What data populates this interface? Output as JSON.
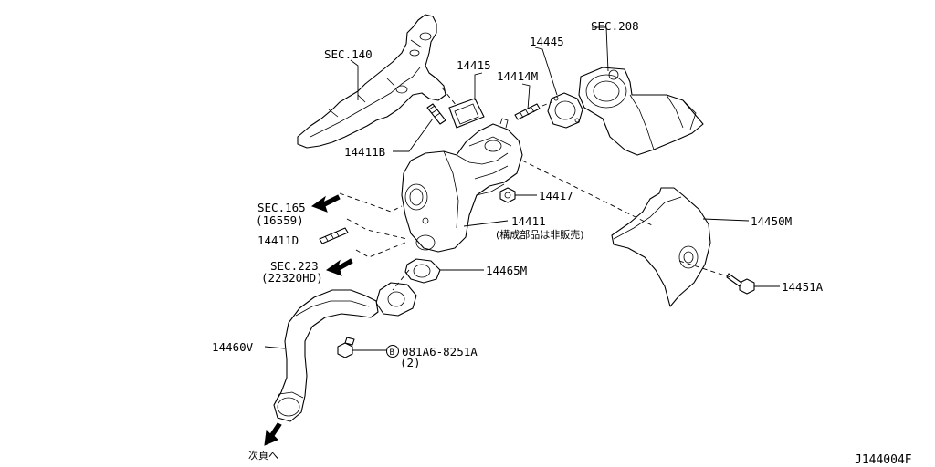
{
  "labels": {
    "sec140": "SEC.140",
    "p14411b": "14411B",
    "p14415": "14415",
    "p14414m": "14414M",
    "p14445": "14445",
    "sec208": "SEC.208",
    "p14417": "14417",
    "sec165": "SEC.165",
    "sec165_sub": "(16559)",
    "p14411d": "14411D",
    "p14411": "14411",
    "p14411_note": "(構成部品は非販売)",
    "p14450m": "14450M",
    "sec223": "SEC.223",
    "sec223_sub": "(22320HD)",
    "p14465m": "14465M",
    "p14451a": "14451A",
    "p14460v": "14460V",
    "bolt_circle": "B",
    "bolt": "081A6-8251A",
    "bolt_qty": "(2)",
    "next_page": "次頁へ",
    "diagram_id": "J144004F"
  }
}
